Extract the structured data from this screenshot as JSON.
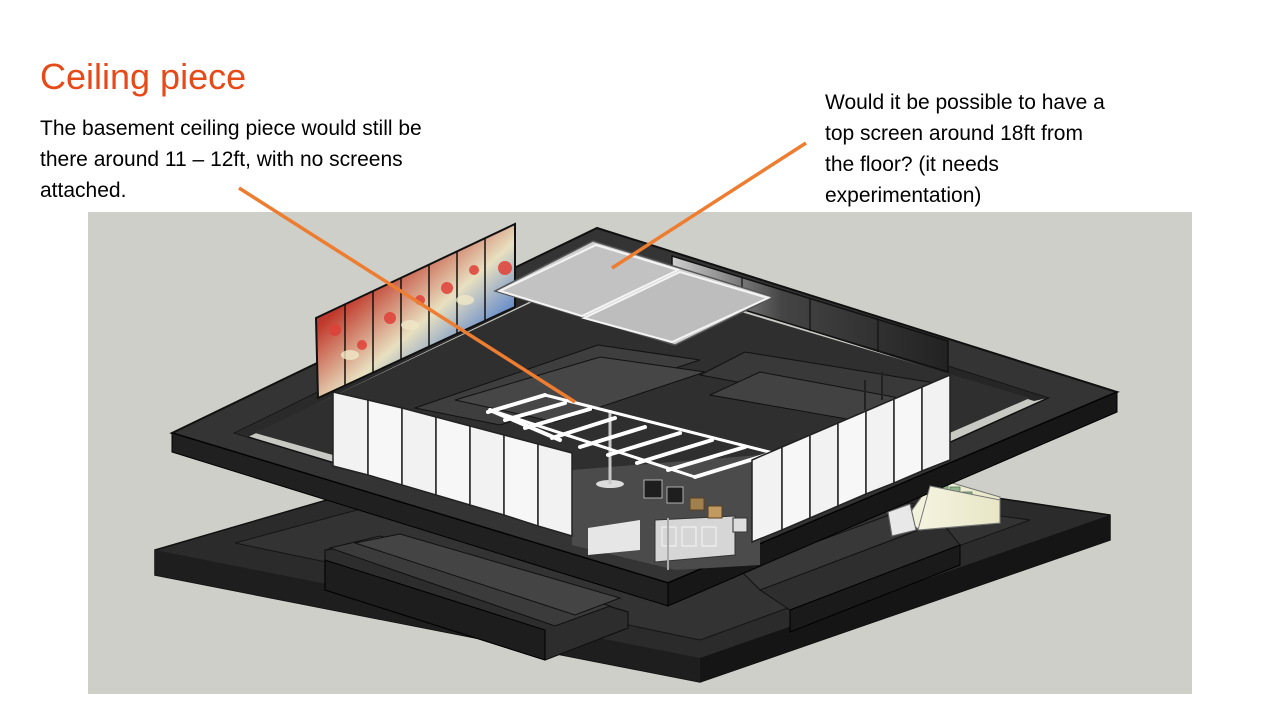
{
  "slide": {
    "title": "Ceiling piece",
    "left_note": {
      "lines": [
        "The basement ceiling piece would still be",
        "there around 11 – 12ft, with no screens",
        "attached."
      ]
    },
    "right_note": {
      "lines": [
        "Would it be possible to have a",
        "top screen around 18ft from",
        "the floor? (it needs",
        "experimentation)"
      ]
    }
  },
  "colors": {
    "title": "#E64A19",
    "callout_line": "#ED7D31",
    "render_background": "#CFCFCA"
  }
}
